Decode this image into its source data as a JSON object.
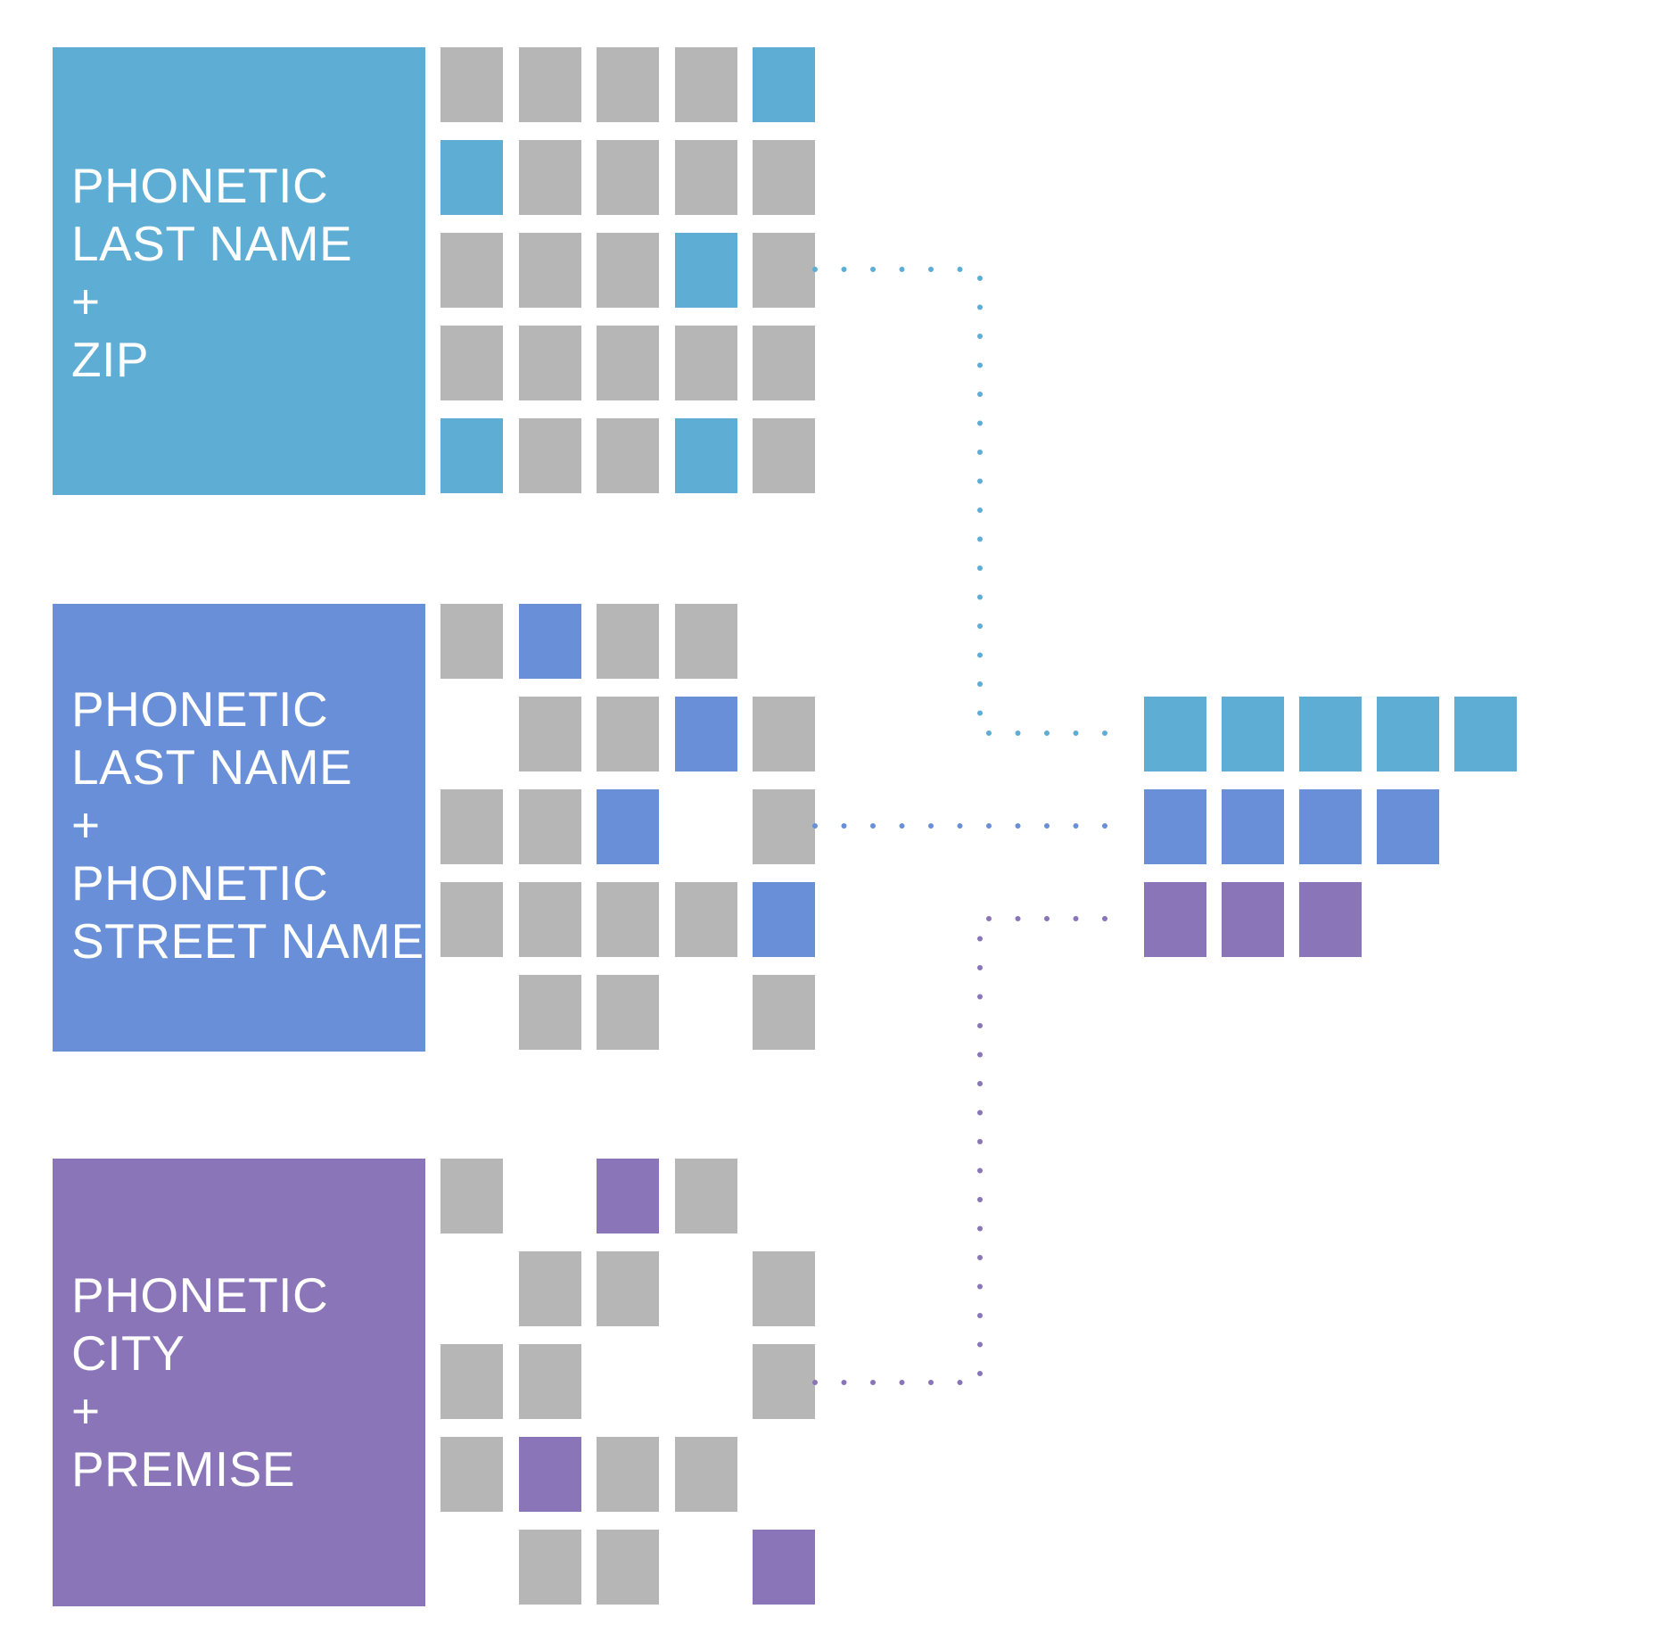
{
  "colors": {
    "background": "#ffffff",
    "gray_cell": "#b6b6b6",
    "blue": "#5eadd5",
    "indigo": "#688fd7",
    "purple": "#8975b8"
  },
  "groups": [
    {
      "id": "zip",
      "color": "#5eadd5",
      "label_lines": [
        "PHONETIC",
        "LAST NAME",
        "+",
        "ZIP"
      ],
      "grid": [
        [
          "g",
          "g",
          "g",
          "g",
          "c"
        ],
        [
          "c",
          "g",
          "g",
          "g",
          "g"
        ],
        [
          "g",
          "g",
          "g",
          "c",
          "g"
        ],
        [
          "g",
          "g",
          "g",
          "g",
          "g"
        ],
        [
          "c",
          "g",
          "g",
          "c",
          "g"
        ]
      ],
      "result_cells": 5
    },
    {
      "id": "street",
      "color": "#688fd7",
      "label_lines": [
        "PHONETIC",
        "LAST NAME",
        "+",
        "PHONETIC",
        "STREET NAME"
      ],
      "grid": [
        [
          "g",
          "c",
          "g",
          "g",
          "-"
        ],
        [
          "-",
          "g",
          "g",
          "c",
          "g"
        ],
        [
          "g",
          "g",
          "c",
          "-",
          "g"
        ],
        [
          "g",
          "g",
          "g",
          "g",
          "c"
        ],
        [
          "-",
          "g",
          "g",
          "-",
          "g"
        ]
      ],
      "result_cells": 4
    },
    {
      "id": "city",
      "color": "#8975b8",
      "label_lines": [
        "PHONETIC",
        "CITY",
        "+",
        "PREMISE"
      ],
      "grid": [
        [
          "g",
          "-",
          "c",
          "g",
          "-"
        ],
        [
          "-",
          "g",
          "g",
          "-",
          "g"
        ],
        [
          "g",
          "g",
          "-",
          "-",
          "g"
        ],
        [
          "g",
          "c",
          "g",
          "g",
          "-"
        ],
        [
          "-",
          "g",
          "g",
          "-",
          "c"
        ]
      ],
      "result_cells": 3
    }
  ]
}
